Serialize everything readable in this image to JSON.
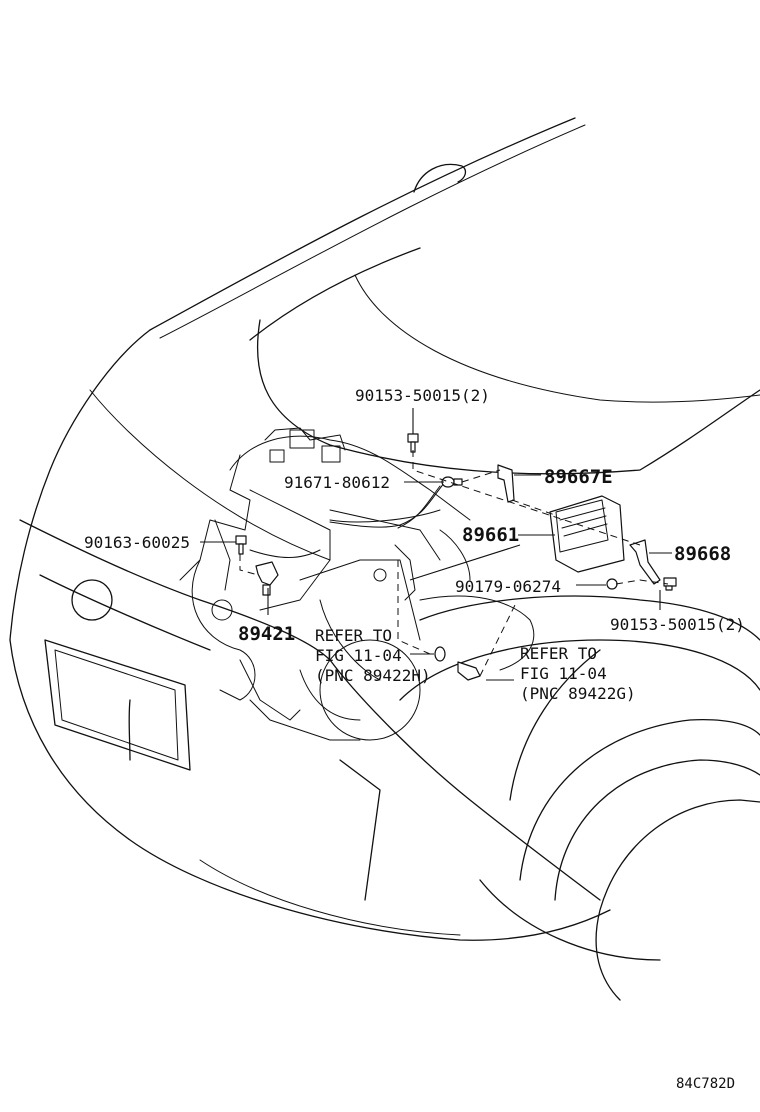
{
  "labels": {
    "bolt_top": "90153-50015(2)",
    "clip": "91671-80612",
    "bracket_e": "89667E",
    "ecu": "89661",
    "bracket_right": "89668",
    "nut": "90179-06274",
    "bolt_right": "90153-50015(2)",
    "bolt_left": "90163-60025",
    "sensor": "89421"
  },
  "refer_left": {
    "line1": "REFER TO",
    "line2": "FIG 11-04",
    "line3": "(PNC 89422H)"
  },
  "refer_right": {
    "line1": "REFER TO",
    "line2": "FIG 11-04",
    "line3": "(PNC 89422G)"
  },
  "figure_code": "84C782D"
}
